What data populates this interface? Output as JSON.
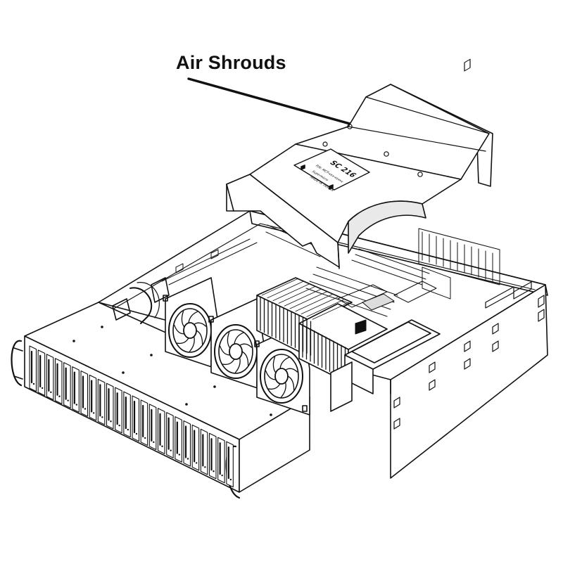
{
  "callout": {
    "label": "Air Shrouds"
  },
  "shroud_plate": {
    "model": "SC 216",
    "line1": "P/N: MCP-xxx-xxxxx",
    "line2": "Supermicro",
    "line3": "MADE IN TAIWAN"
  },
  "colors": {
    "ink": "#111111",
    "fill": "#ffffff",
    "shade": "#e9e9e9",
    "dark": "#222222"
  },
  "icons": [
    "chassis-illustration",
    "air-shroud",
    "cooling-fan",
    "cpu-heatsink",
    "drive-bay",
    "callout-leader-line"
  ]
}
